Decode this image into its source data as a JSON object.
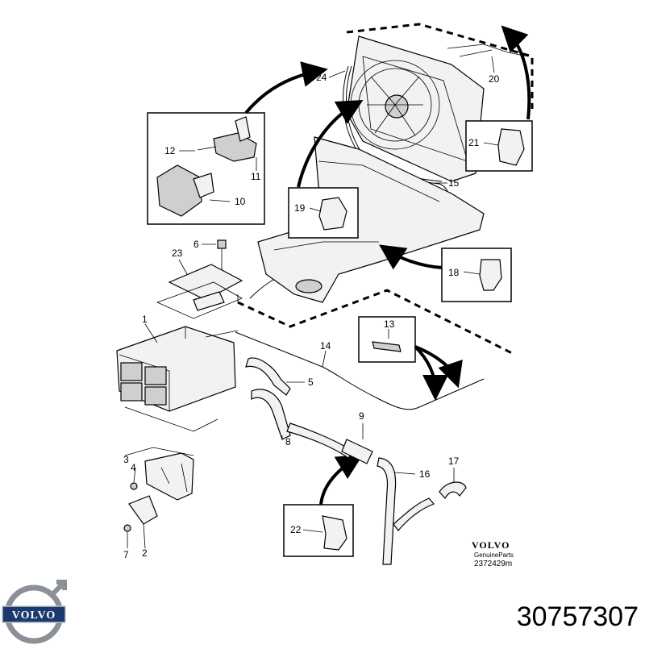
{
  "callouts": {
    "c1": "1",
    "c2": "2",
    "c3": "3",
    "c4": "4",
    "c5": "5",
    "c6": "6",
    "c7": "7",
    "c8": "8",
    "c9": "9",
    "c10": "10",
    "c11": "11",
    "c12": "12",
    "c13": "13",
    "c14": "14",
    "c15": "15",
    "c16": "16",
    "c17": "17",
    "c18": "18",
    "c19": "19",
    "c20": "20",
    "c21": "21",
    "c22": "22",
    "c23": "23",
    "c24": "24"
  },
  "brand_stamp": {
    "brand": "VOLVO",
    "subtitle": "GenuineParts",
    "drawing_number": "2372429m"
  },
  "footer": {
    "logo_text": "VOLVO",
    "part_number": "30757307"
  }
}
